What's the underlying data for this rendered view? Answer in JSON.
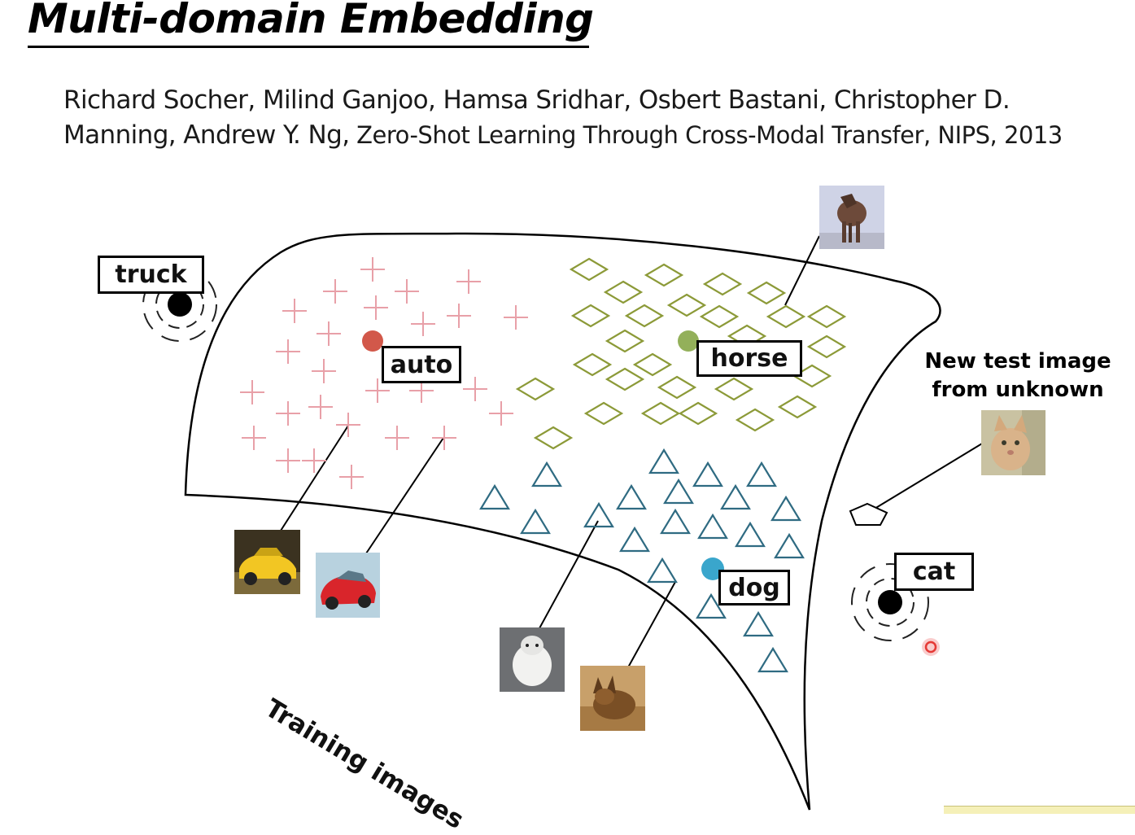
{
  "slide": {
    "title": "Multi-domain Embedding",
    "citation_authors": "Richard Socher, Milind Ganjoo, Hamsa Sridhar, Osbert Bastani, Christopher D. Manning, Andrew Y. Ng,",
    "citation_paper": " Zero-Shot Learning Through Cross-Modal Transfer, NIPS, 2013"
  },
  "labels": {
    "truck": "truck",
    "auto": "auto",
    "horse": "horse",
    "dog": "dog",
    "cat": "cat"
  },
  "annotations": {
    "new_test_line1": "New test image",
    "new_test_line2": "from unknown",
    "training": "Training images"
  },
  "colors": {
    "auto_marker": "#e8a0a8",
    "auto_centroid": "#d2584a",
    "horse_marker": "#8c9a38",
    "horse_centroid": "#93b05a",
    "dog_marker": "#2f6b82",
    "dog_centroid": "#3aa6cc",
    "unseen_centroid": "#000000",
    "cursor": "#e53935"
  },
  "icons": {
    "auto_points": "plus-marker-icon",
    "horse_points": "diamond-marker-icon",
    "dog_points": "triangle-marker-icon",
    "test_point": "pentagon-marker-icon"
  }
}
